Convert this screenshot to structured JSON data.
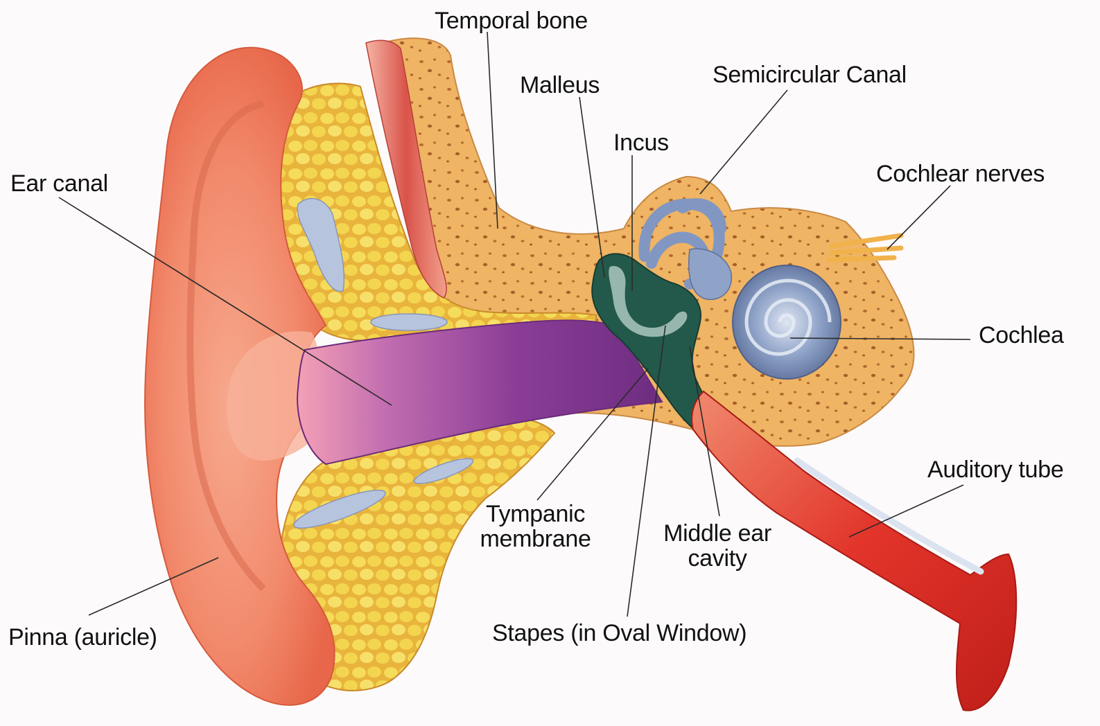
{
  "labels": {
    "temporal_bone": "Temporal bone",
    "malleus": "Malleus",
    "semicircular_canal": "Semicircular Canal",
    "incus": "Incus",
    "cochlear_nerves": "Cochlear nerves",
    "ear_canal": "Ear canal",
    "cochlea": "Cochlea",
    "auditory_tube": "Auditory tube",
    "tympanic_membrane_line1": "Tympanic",
    "tympanic_membrane_line2": "membrane",
    "middle_ear_cavity_line1": "Middle ear",
    "middle_ear_cavity_line2": "cavity",
    "stapes": "Stapes (in Oval Window)",
    "pinna": "Pinna (auricle)"
  },
  "colors": {
    "background": "#fdfafb",
    "pinna": "#f08466",
    "bone": "#efb464",
    "fat": "#f1d246",
    "ear_canal": "#8a3d96",
    "middle_ear": "#23594a",
    "cochlea": "#8c9ec3",
    "muscle": "#d9534a",
    "auditory_tube": "#e2342a",
    "cartilage": "#a9b9d6"
  }
}
